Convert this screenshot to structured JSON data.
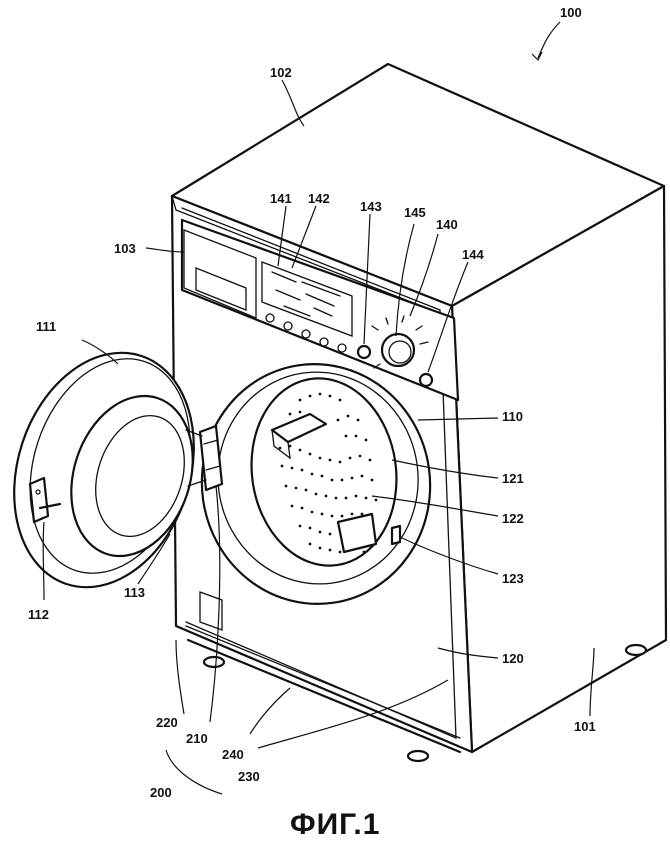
{
  "figure": {
    "caption": "ФИГ.1"
  },
  "labels": {
    "l100": "100",
    "l101": "101",
    "l102": "102",
    "l103": "103",
    "l110": "110",
    "l111": "111",
    "l112": "112",
    "l113": "113",
    "l120": "120",
    "l121": "121",
    "l122": "122",
    "l123": "123",
    "l140": "140",
    "l141": "141",
    "l142": "142",
    "l143": "143",
    "l144": "144",
    "l145": "145",
    "l200": "200",
    "l210": "210",
    "l220": "220",
    "l230": "230",
    "l240": "240"
  }
}
